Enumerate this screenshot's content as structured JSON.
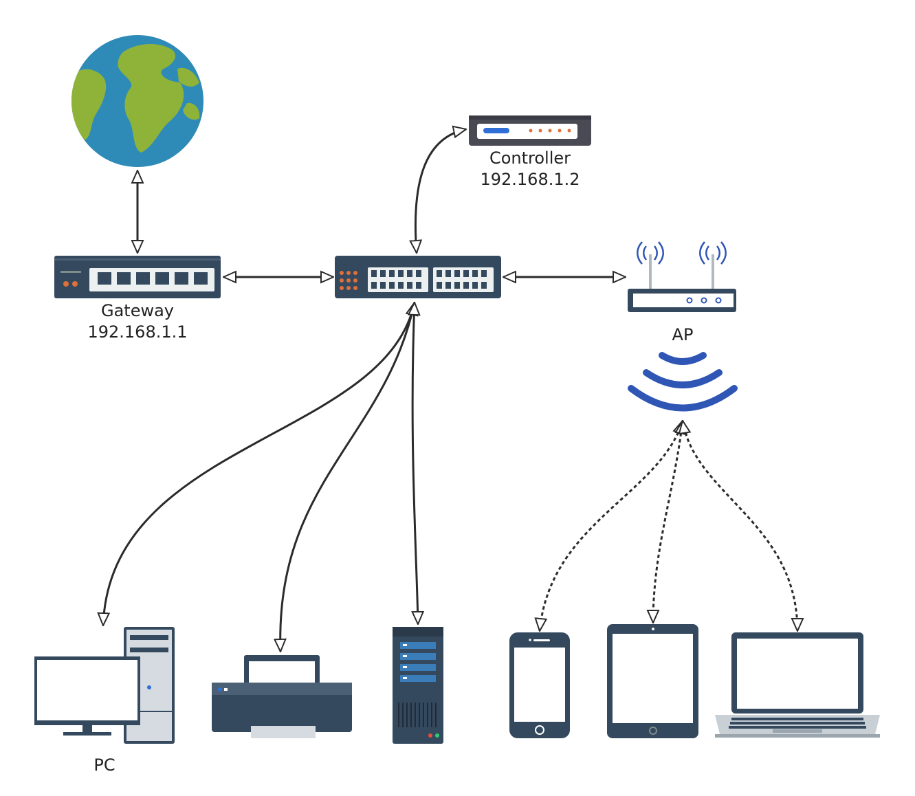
{
  "nodes": {
    "gateway": {
      "name": "Gateway",
      "ip": "192.168.1.1"
    },
    "controller": {
      "name": "Controller",
      "ip": "192.168.1.2"
    },
    "ap": {
      "name": "AP"
    },
    "pc": {
      "name": "PC"
    }
  },
  "icons": [
    "globe-icon",
    "gateway-router-icon",
    "switch-icon",
    "controller-icon",
    "ap-router-icon",
    "wifi-signal-icon",
    "pc-icon",
    "printer-icon",
    "server-icon",
    "phone-icon",
    "tablet-icon",
    "laptop-icon"
  ],
  "colors": {
    "ocean": "#2e8bb8",
    "land": "#8fb339",
    "device_dark": "#34495e",
    "wifi": "#2f55b5",
    "port_orange": "#e0703a",
    "link": "#2b2b2b"
  }
}
